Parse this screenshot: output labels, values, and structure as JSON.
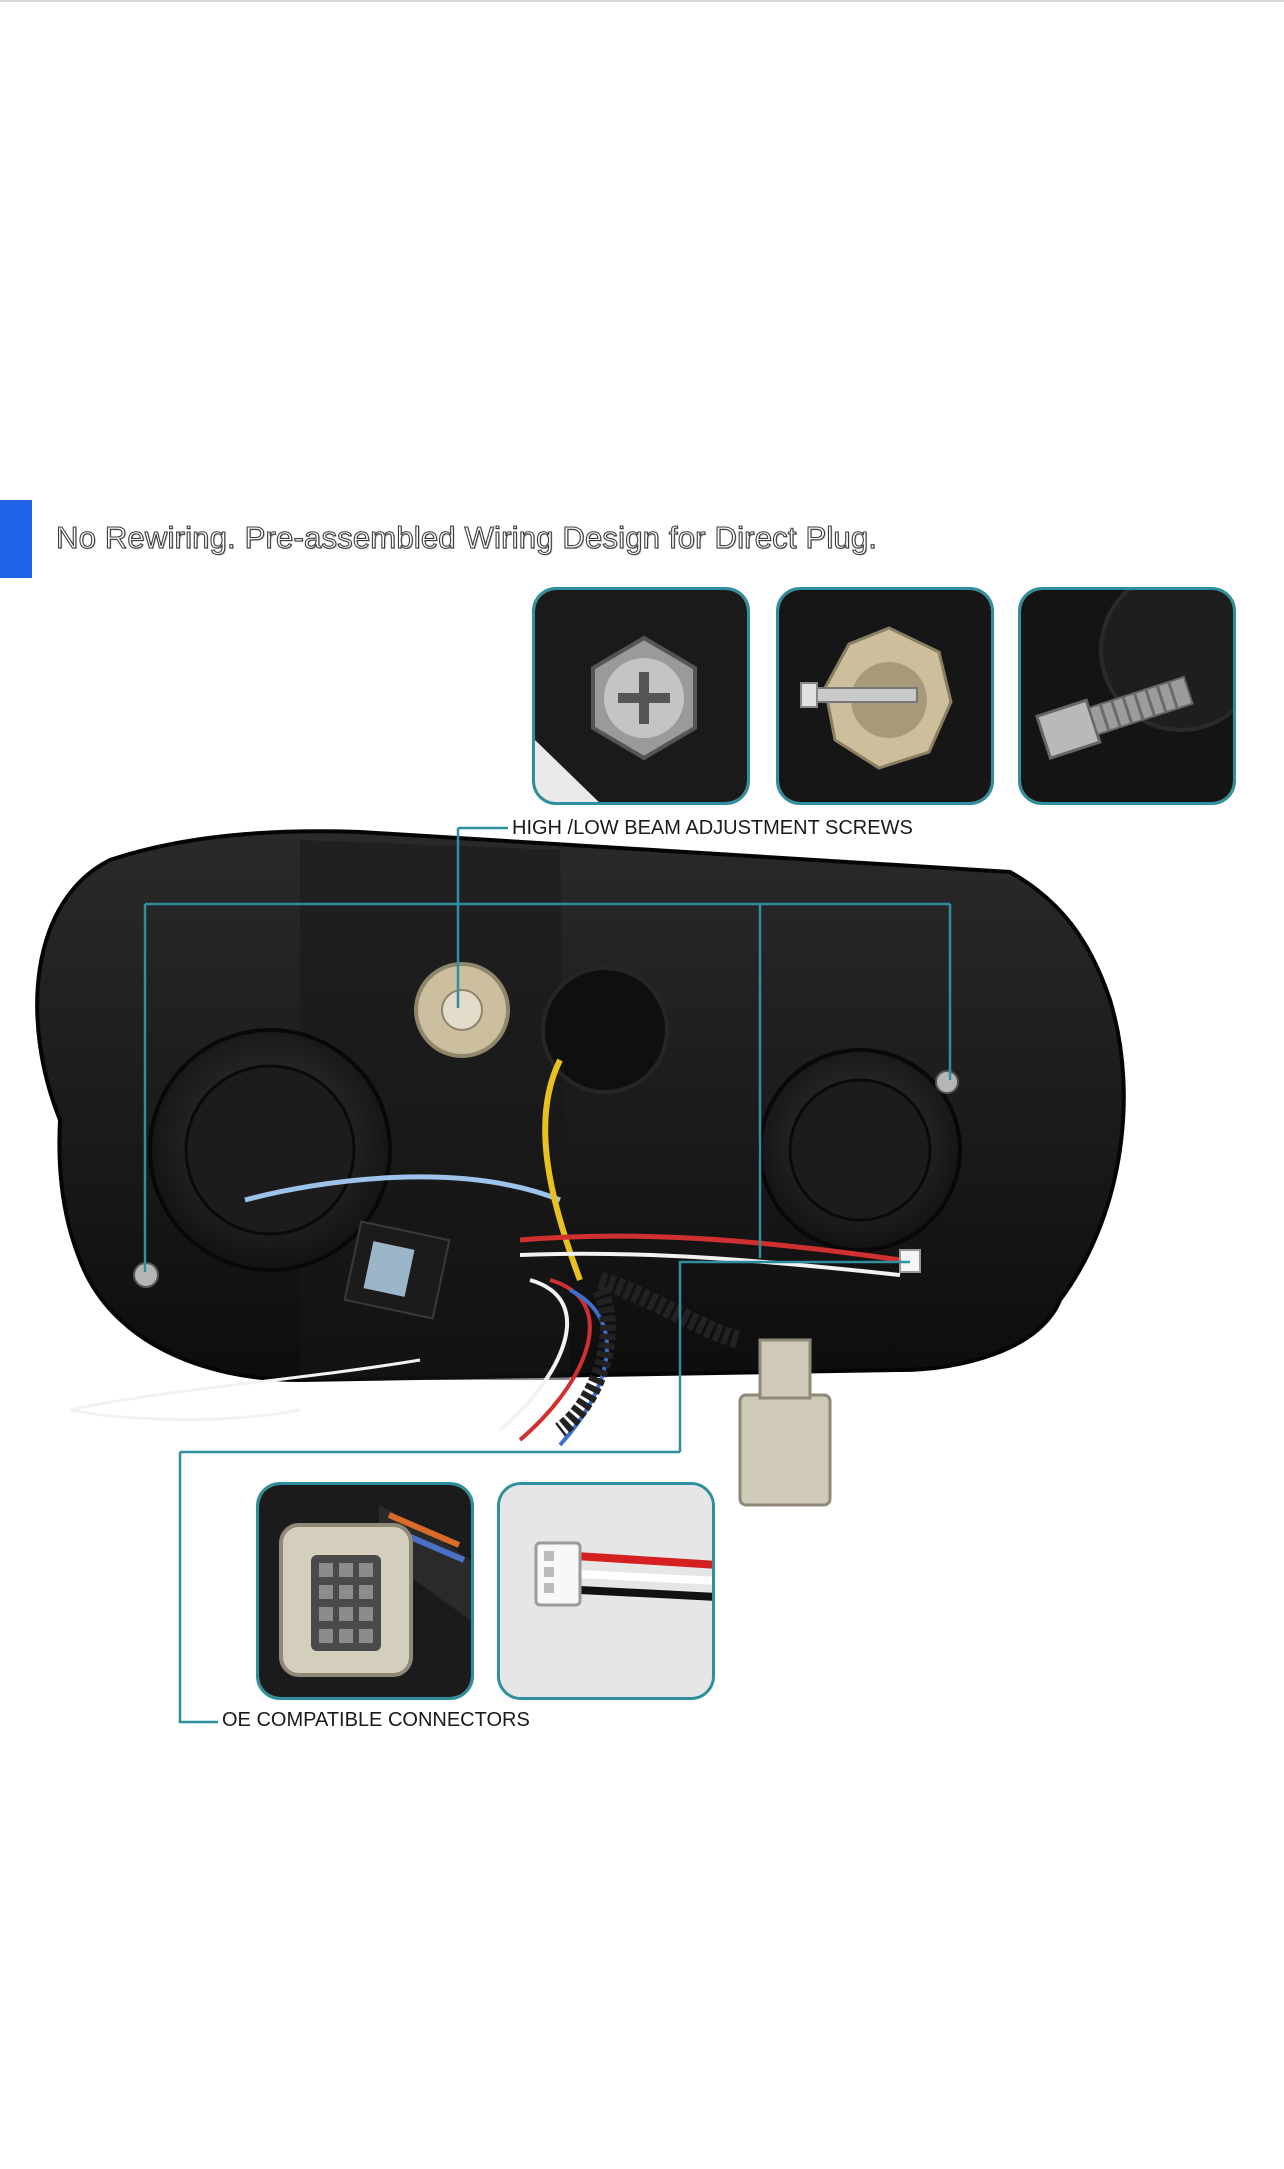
{
  "headline": "No Rewiring. Pre-assembled Wiring Design for Direct Plug.",
  "callouts": {
    "adjustment_screws": "HIGH /LOW BEAM ADJUSTMENT SCREWS",
    "connectors": "OE COMPATIBLE CONNECTORS"
  },
  "colors": {
    "accent": "#1f63e8",
    "callout_line": "#2f8f9c",
    "housing": "#141414"
  }
}
